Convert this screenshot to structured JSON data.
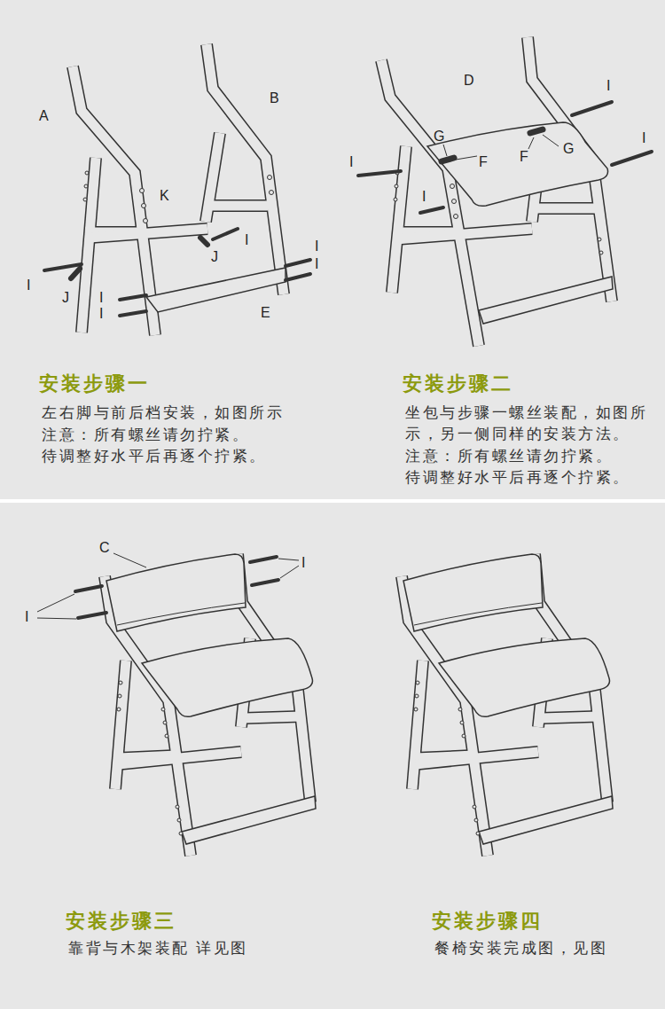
{
  "diagram": {
    "labels": [
      "A",
      "B",
      "K",
      "I",
      "J",
      "I",
      "I",
      "I",
      "J",
      "I",
      "I",
      "E",
      "安装步骤一",
      "左右脚与前后档安装，如图所示",
      "注意：所有螺丝请勿拧紧。",
      "待调整好水平后再逐个拧紧。",
      "D",
      "I",
      "G",
      "I",
      "G",
      "F",
      "F",
      "I",
      "I",
      "安装步骤二",
      "坐包与步骤一螺丝装配，如图所示，另一侧同样的安装方法。",
      "注意：所有螺丝请勿拧紧。",
      "待调整好水平后再逐个拧紧。",
      "C",
      "I",
      "I",
      "安装步骤三",
      "靠背与木架装配 详见图",
      "安装步骤四",
      "餐椅安装完成图，见图"
    ]
  }
}
